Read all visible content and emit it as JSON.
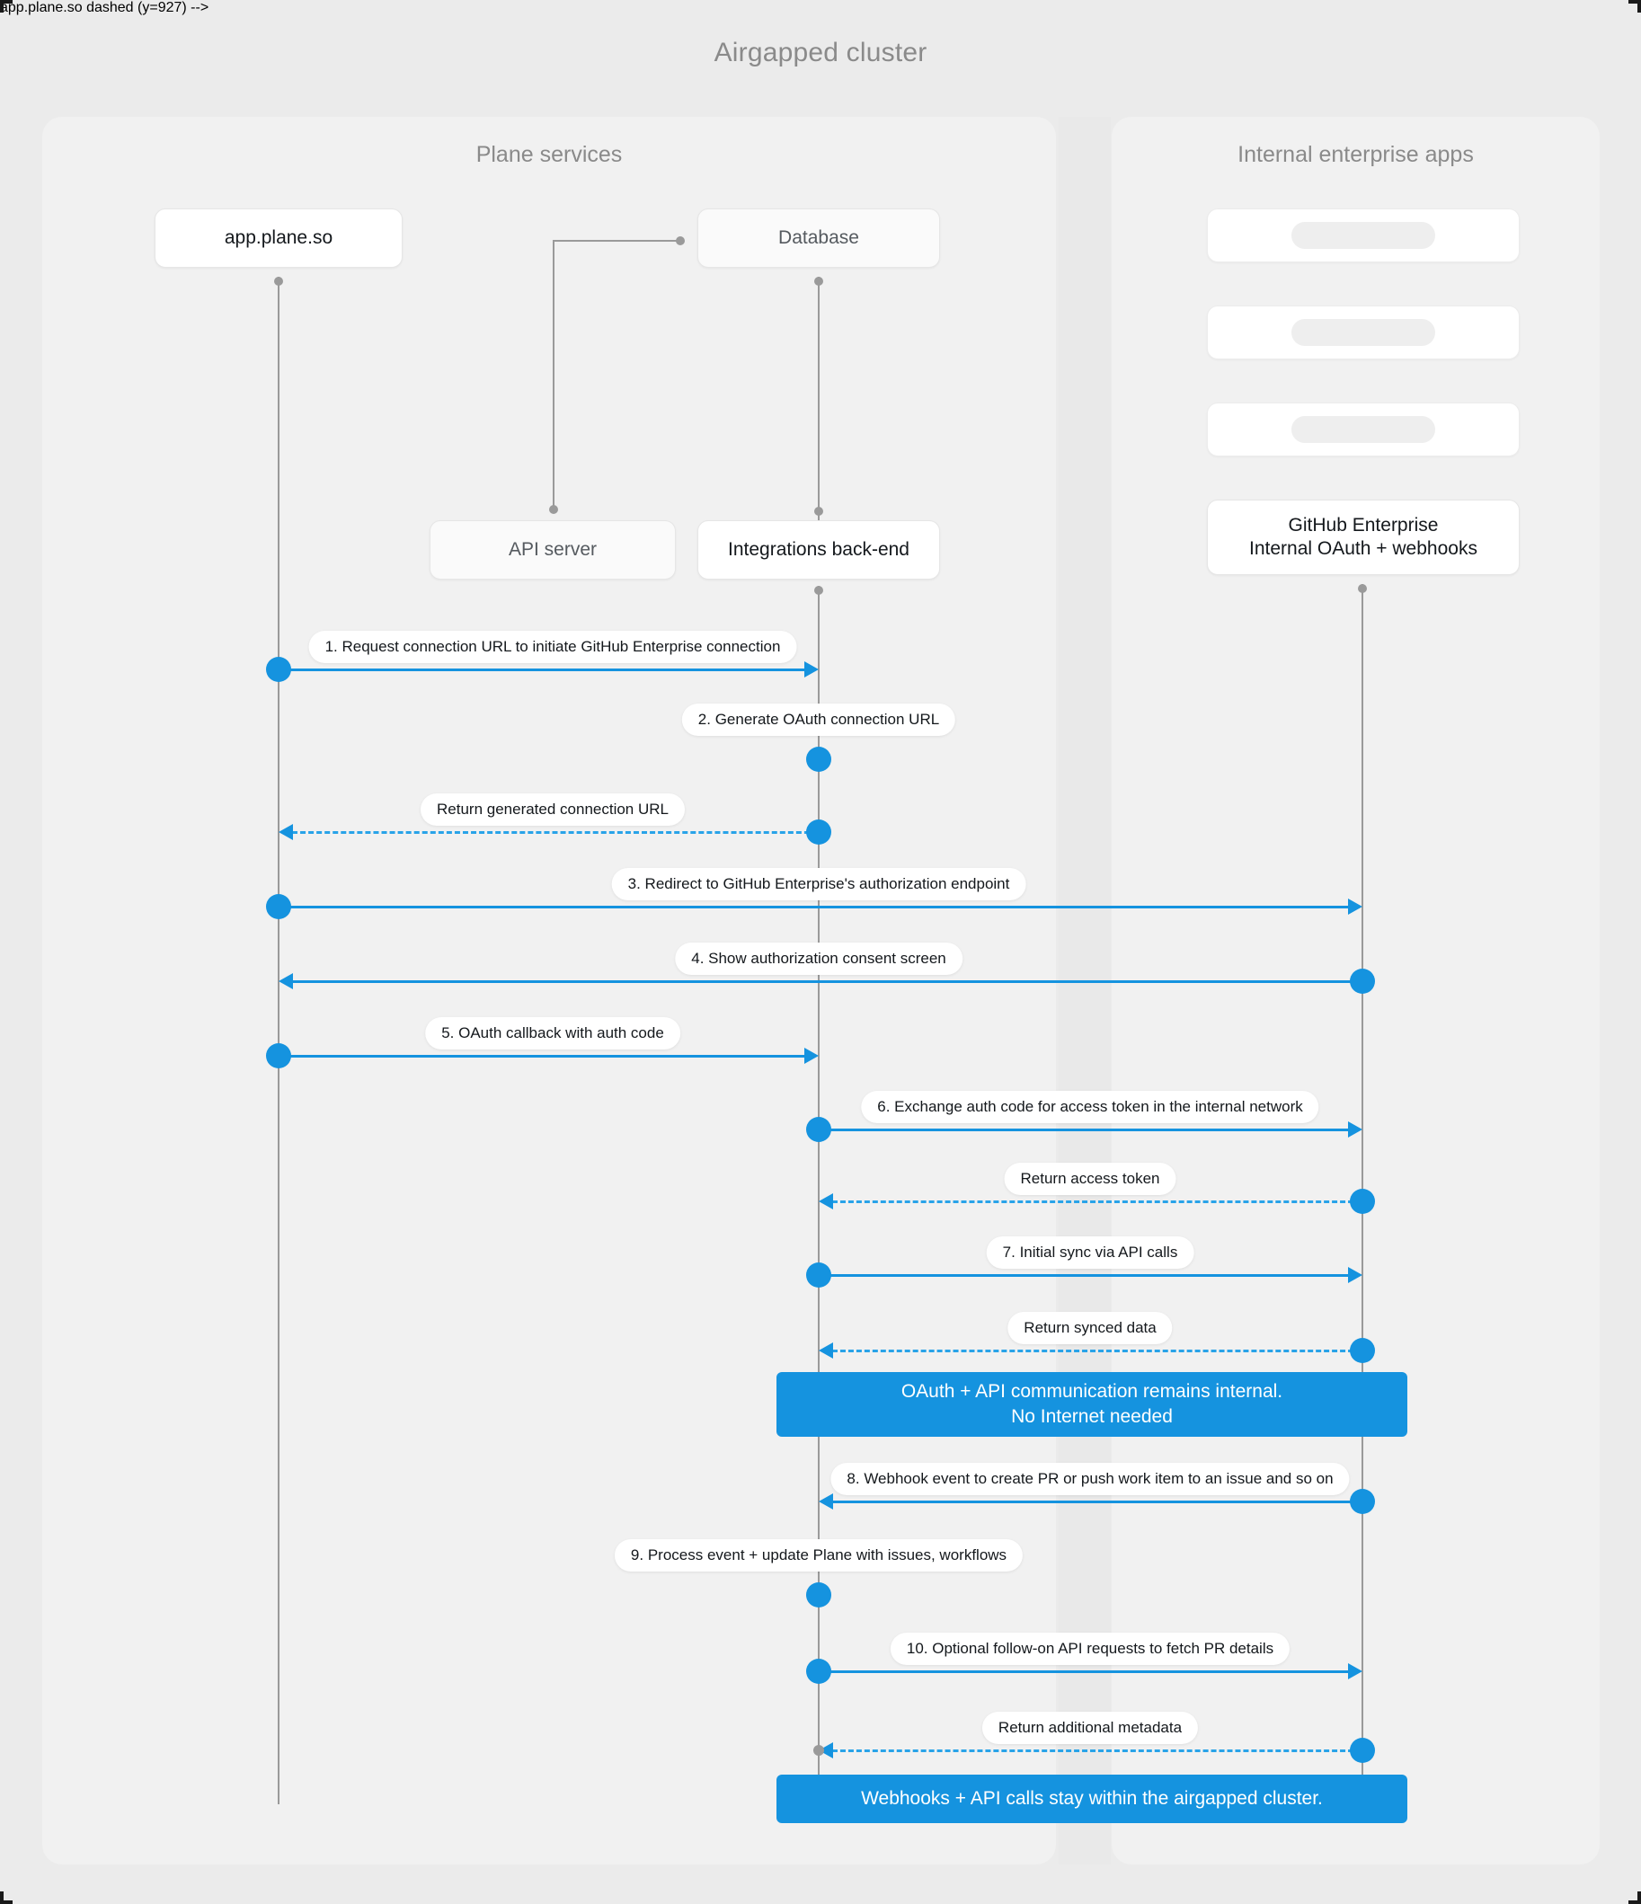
{
  "diagram": {
    "title": "Airgapped cluster",
    "type": "sequence",
    "accent_color": "#1593df",
    "background_color": "#ebebeb",
    "groups": [
      {
        "id": "plane",
        "title": "Plane services"
      },
      {
        "id": "apps",
        "title": "Internal enterprise apps"
      }
    ],
    "participants": [
      {
        "id": "appplane",
        "label": "app.plane.so",
        "group": "plane"
      },
      {
        "id": "database",
        "label": "Database",
        "group": "plane"
      },
      {
        "id": "apiserver",
        "label": "API server",
        "group": "plane"
      },
      {
        "id": "integrations",
        "label": "Integrations back-end",
        "group": "plane"
      },
      {
        "id": "github",
        "label_line1": "GitHub Enterprise",
        "label_line2": "Internal OAuth + webhooks",
        "group": "apps"
      }
    ],
    "redacted_app_boxes": 3,
    "messages": [
      {
        "n": 1,
        "label": "1. Request connection URL to initiate GitHub Enterprise connection",
        "from": "appplane",
        "to": "integrations",
        "style": "solid"
      },
      {
        "n": 2,
        "label": "2. Generate OAuth connection URL",
        "from": "integrations",
        "to": "integrations",
        "style": "self"
      },
      {
        "n": 3,
        "label": "Return generated connection URL",
        "from": "integrations",
        "to": "appplane",
        "style": "dashed"
      },
      {
        "n": 4,
        "label": "3. Redirect to GitHub Enterprise's authorization endpoint",
        "from": "appplane",
        "to": "github",
        "style": "solid"
      },
      {
        "n": 5,
        "label": "4. Show authorization consent screen",
        "from": "github",
        "to": "appplane",
        "style": "solid"
      },
      {
        "n": 6,
        "label": "5. OAuth callback with auth code",
        "from": "appplane",
        "to": "integrations",
        "style": "solid"
      },
      {
        "n": 7,
        "label": "6. Exchange auth code for access token in the internal network",
        "from": "integrations",
        "to": "github",
        "style": "solid"
      },
      {
        "n": 8,
        "label": "Return access token",
        "from": "github",
        "to": "integrations",
        "style": "dashed"
      },
      {
        "n": 9,
        "label": "7. Initial sync via API calls",
        "from": "integrations",
        "to": "github",
        "style": "solid"
      },
      {
        "n": 10,
        "label": "Return synced data",
        "from": "github",
        "to": "integrations",
        "style": "dashed"
      },
      {
        "n": 11,
        "label": "8. Webhook event to create PR  or push work item to an issue  and so on",
        "from": "github",
        "to": "integrations",
        "style": "solid"
      },
      {
        "n": 12,
        "label": "9. Process event + update Plane with issues, workflows",
        "from": "integrations",
        "to": "integrations",
        "style": "self"
      },
      {
        "n": 13,
        "label": "10. Optional follow-on API requests to fetch PR details",
        "from": "integrations",
        "to": "github",
        "style": "solid"
      },
      {
        "n": 14,
        "label": "Return additional metadata",
        "from": "github",
        "to": "integrations",
        "style": "dashed"
      }
    ],
    "notes": [
      {
        "id": "note-internal",
        "line1": "OAuth + API communication remains internal.",
        "line2": "No Internet needed"
      },
      {
        "id": "note-airgap",
        "line1": "Webhooks + API calls stay within the airgapped cluster.",
        "line2": ""
      }
    ]
  }
}
